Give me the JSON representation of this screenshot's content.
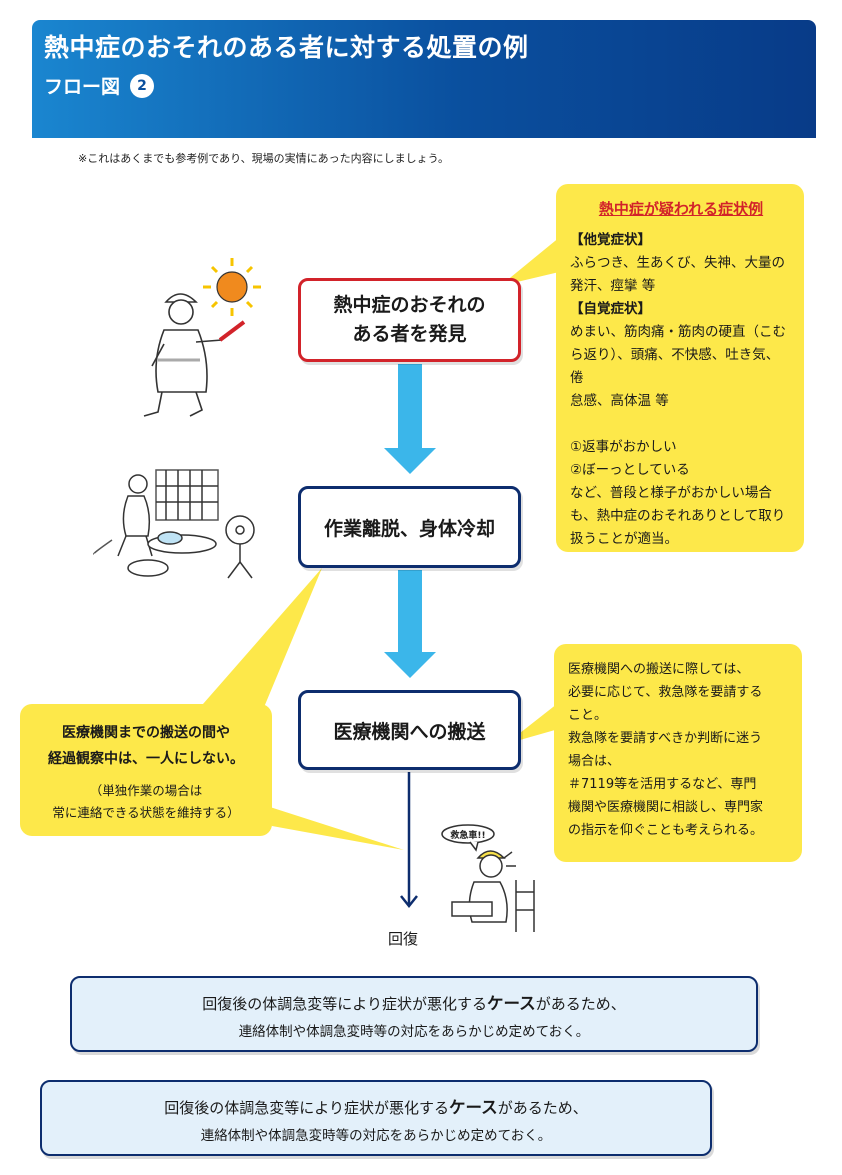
{
  "header": {
    "title": "熱中症のおそれのある者に対する処置の例",
    "subtitle": "フロー図",
    "step_number": "2"
  },
  "note": "※これはあくまでも参考例であり、現場の実情にあった内容にしましょう。",
  "flow": {
    "step1_line1": "熱中症のおそれの",
    "step1_line2": "ある者を発見",
    "step2": "作業離脱、身体冷却",
    "step3": "医療機関への搬送",
    "recovery": "回復"
  },
  "symptoms": {
    "title": "熱中症が疑われる症状例",
    "objective_heading": "【他覚症状】",
    "objective_line1": "ふらつき、生あくび、失神、大量の",
    "objective_line2": "発汗、痙攣 等",
    "subjective_heading": "【自覚症状】",
    "subjective_line1": "めまい、筋肉痛・筋肉の硬直（こむ",
    "subjective_line2": "ら返り）、頭痛、不快感、吐き気、倦",
    "subjective_line3": "怠感、高体温 等",
    "sign1": "①返事がおかしい",
    "sign2": "②ぼーっとしている",
    "conclusion_line1": "など、普段と様子がおかしい場合",
    "conclusion_line2": "も、熱中症のおそれありとして取り",
    "conclusion_line3": "扱うことが適当。"
  },
  "observe": {
    "main_line1": "医療機関までの搬送の間や",
    "main_line2": "経過観察中は、一人にしない。",
    "sub_line1": "（単独作業の場合は",
    "sub_line2": "常に連絡できる状態を維持する）"
  },
  "transport": {
    "line1": "医療機関への搬送に際しては、",
    "line2": "必要に応じて、救急隊を要請する",
    "line3": "こと。",
    "line4": "救急隊を要請すべきか判断に迷う",
    "line5": "場合は、",
    "line6": "＃7119等を活用するなど、専門",
    "line7": "機関や医療機関に相談し、専門家",
    "line8": "の指示を仰ぐことも考えられる。"
  },
  "illustration_call": {
    "speech": "救急車!!"
  },
  "notices": [
    {
      "line1_pre": "回復後の体調急変等により症状が悪化する",
      "line1_bold": "ケース",
      "line1_post": "があるため、",
      "line2": "連絡体制や体調急変時等の対応をあらかじめ定めておく。"
    },
    {
      "line1_pre": "回復後の体調急変等により症状が悪化する",
      "line1_bold": "ケース",
      "line1_post": "があるため、",
      "line2": "連絡体制や体調急変時等の対応をあらかじめ定めておく。"
    }
  ],
  "colors": {
    "header_blue": "#0a4f9e",
    "alert_red": "#d2232a",
    "navy": "#0d2d6e",
    "arrow_blue": "#3bb6ea",
    "callout_yellow": "#fde84a",
    "notice_bg": "#e3f0fa"
  }
}
